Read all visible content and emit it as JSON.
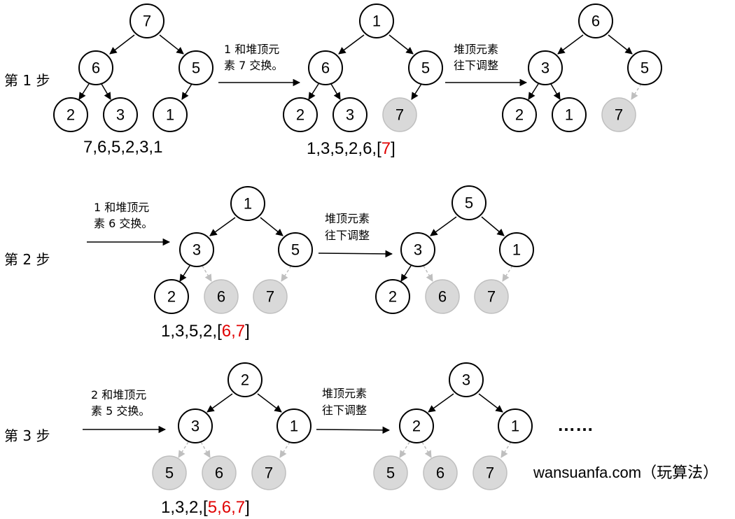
{
  "steps": [
    {
      "label": "第 1 步",
      "swap_text": [
        "1 和堆顶元",
        "素 7 交换。"
      ],
      "adjust_text": [
        "堆顶元素",
        "往下调整"
      ],
      "trees": [
        [
          "7",
          "6",
          "5",
          "2",
          "3",
          "1"
        ],
        [
          "1",
          "6",
          "5",
          "2",
          "3",
          "7"
        ],
        [
          "6",
          "3",
          "5",
          "2",
          "1",
          "7"
        ]
      ],
      "seq_prefix": [
        "7,6,5,2,3,1",
        "1,3,5,2,6,["
      ],
      "seq_red": "7",
      "seq_suffix": "]"
    },
    {
      "label": "第 2 步",
      "swap_text": [
        "1 和堆顶元",
        "素 6 交换。"
      ],
      "adjust_text": [
        "堆顶元素",
        "往下调整"
      ],
      "trees": [
        [
          "1",
          "3",
          "5",
          "2",
          "6",
          "7"
        ],
        [
          "5",
          "3",
          "1",
          "2",
          "6",
          "7"
        ]
      ],
      "seq_prefix": "1,3,5,2,[",
      "seq_red": "6,7",
      "seq_suffix": "]"
    },
    {
      "label": "第 3 步",
      "swap_text": [
        "2 和堆顶元",
        "素 5 交换。"
      ],
      "adjust_text": [
        "堆顶元素",
        "往下调整"
      ],
      "trees": [
        [
          "2",
          "3",
          "1",
          "5",
          "6",
          "7"
        ],
        [
          "3",
          "2",
          "1",
          "5",
          "6",
          "7"
        ]
      ],
      "seq_prefix": "1,3,2,[",
      "seq_red": "5,6,7",
      "seq_suffix": "]"
    }
  ],
  "ellipsis": "……",
  "site": "wansuanfa.com（玩算法）"
}
